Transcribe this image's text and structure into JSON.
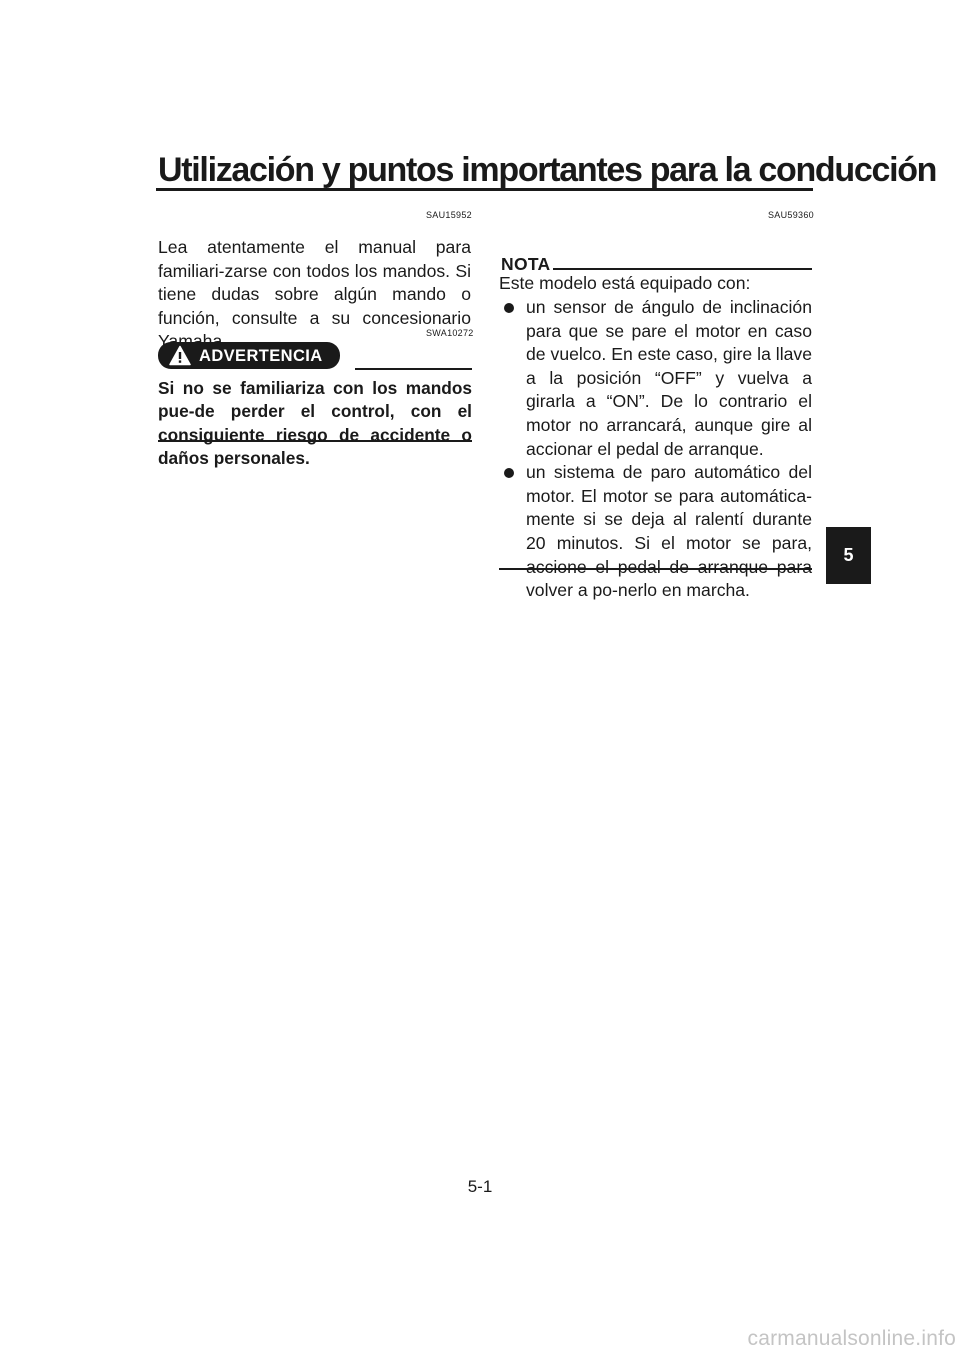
{
  "header": {
    "title": "Utilización y puntos importantes para la conducción"
  },
  "left_column": {
    "section_code": "SAU15952",
    "intro_text": "Lea atentamente el manual para familiari-zarse con todos los mandos. Si tiene dudas sobre algún mando o función, consulte a su concesionario Yamaha.",
    "warning_code": "SWA10272",
    "warning_label": "ADVERTENCIA",
    "warning_text": "Si no se familiariza con los mandos pue-de perder el control, con el consiguiente riesgo de accidente o daños personales."
  },
  "right_column": {
    "section_code": "SAU59360",
    "note_heading": "NOTA",
    "note_intro": "Este modelo está equipado con:",
    "note_items": [
      "un sensor de ángulo de inclinación para que se pare el motor en caso de vuelco. En este caso, gire la llave a la posición “OFF” y vuelva a girarla a “ON”. De lo contrario el motor no arrancará, aunque gire al accionar el pedal de arranque.",
      "un sistema de paro automático del motor. El motor se para automática-mente si se deja al ralentí durante 20 minutos. Si el motor se para, accione el pedal de arranque para volver a po-nerlo en marcha."
    ]
  },
  "chapter_tab": "5",
  "page_number": "5-1",
  "watermark": "carmanualsonline.info",
  "icons": {
    "warning": "warning-triangle-icon",
    "bullet": "bullet-dot-icon"
  },
  "colors": {
    "text": "#1a1a1a",
    "background": "#ffffff",
    "watermark": "#c4c4c4"
  }
}
